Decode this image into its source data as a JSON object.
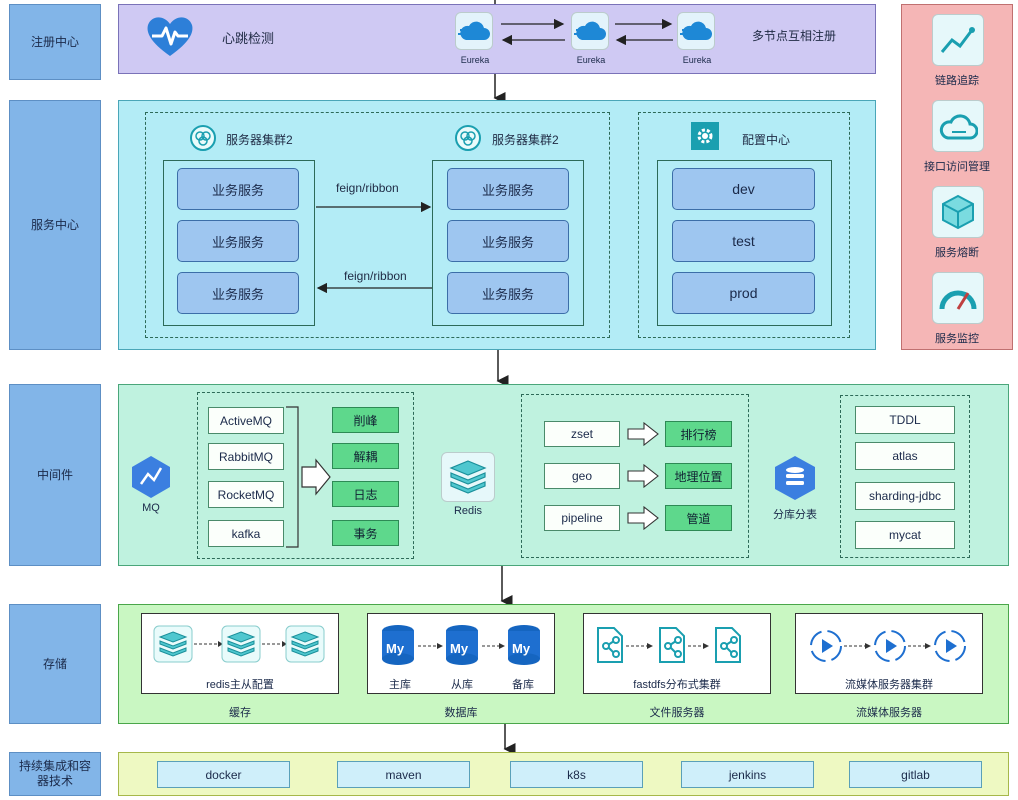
{
  "rows": {
    "registry": "注册中心",
    "service": "服务中心",
    "middleware": "中间件",
    "storage": "存储",
    "ci": "持续集成和容器技术"
  },
  "registry": {
    "heartbeat": "心跳检测",
    "eureka": [
      "Eureka",
      "Eureka",
      "Eureka"
    ],
    "sync": "多节点互相注册"
  },
  "service": {
    "cluster_left": "服务器集群2",
    "cluster_right": "服务器集群2",
    "biz": [
      "业务服务",
      "业务服务",
      "业务服务"
    ],
    "biz_right": [
      "业务服务",
      "业务服务",
      "业务服务"
    ],
    "call_top": "feign/ribbon",
    "call_bottom": "feign/ribbon",
    "config_center": "配置中心",
    "envs": [
      "dev",
      "test",
      "prod"
    ]
  },
  "side": {
    "items": [
      "链路追踪",
      "接口访问管理",
      "服务熔断",
      "服务监控"
    ]
  },
  "middleware": {
    "mq_label": "MQ",
    "mq_list": [
      "ActiveMQ",
      "RabbitMQ",
      "RocketMQ",
      "kafka"
    ],
    "mq_uses": [
      "削峰",
      "解耦",
      "日志",
      "事务"
    ],
    "redis_label": "Redis",
    "redis_types": [
      "zset",
      "geo",
      "pipeline"
    ],
    "redis_uses": [
      "排行榜",
      "地理位置",
      "管道"
    ],
    "shard_label": "分库分表",
    "shard_list": [
      "TDDL",
      "atlas",
      "sharding-jdbc",
      "mycat"
    ]
  },
  "storage": {
    "redis_cluster": "redis主从配置",
    "cache": "缓存",
    "mysql": [
      "主库",
      "从库",
      "备库"
    ],
    "database": "数据库",
    "fastdfs": "fastdfs分布式集群",
    "file_service": "文件服务器",
    "media_cluster": "流媒体服务器集群",
    "media_service": "流媒体服务器",
    "mysql_logo": "My"
  },
  "ci": {
    "tools": [
      "docker",
      "maven",
      "k8s",
      "jenkins",
      "gitlab"
    ]
  },
  "colors": {
    "registry_bg": "#cfc9f3",
    "service_bg": "#b3ecf6",
    "middleware_bg": "#bff2df",
    "storage_bg": "#c9f7c2",
    "ci_bg": "#eef9c2",
    "side_bg": "#f5b6b6",
    "label_bg": "#82b5e8",
    "accent": "#1a9fb0"
  }
}
